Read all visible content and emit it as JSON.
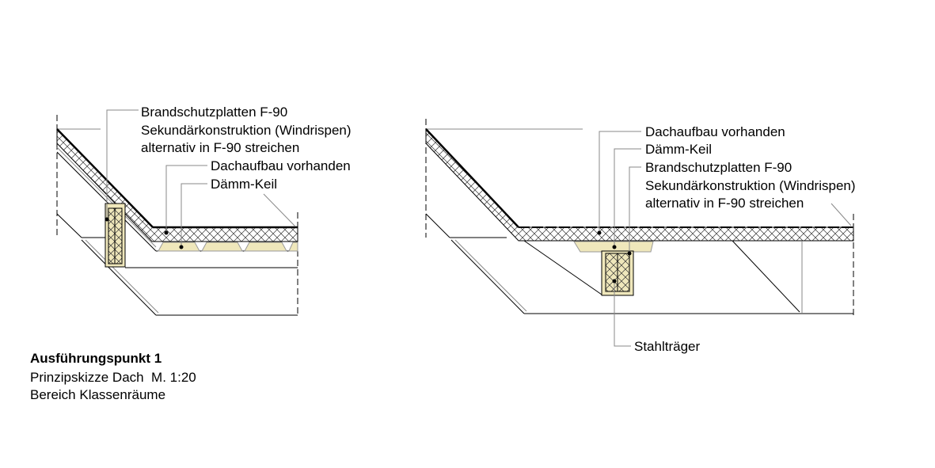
{
  "left_detail": {
    "labels": [
      "Brandschutzplatten F-90",
      "Sekundärkonstruktion (Windrispen)",
      "alternativ in F-90 streichen",
      "Dachaufbau vorhanden",
      "Dämm-Keil"
    ]
  },
  "right_detail": {
    "labels": [
      "Dachaufbau vorhanden",
      "Dämm-Keil",
      "Brandschutzplatten F-90",
      "Sekundärkonstruktion (Windrispen)",
      "alternativ in F-90 streichen",
      "Stahlträger"
    ]
  },
  "title_block": {
    "title": "Ausführungspunkt 1",
    "subtitle": "Prinzipskizze Dach  M. 1:20",
    "area": "Bereich Klassenräume"
  },
  "colors": {
    "insulation_wedge": "#efe7bb",
    "line": "#000000"
  }
}
